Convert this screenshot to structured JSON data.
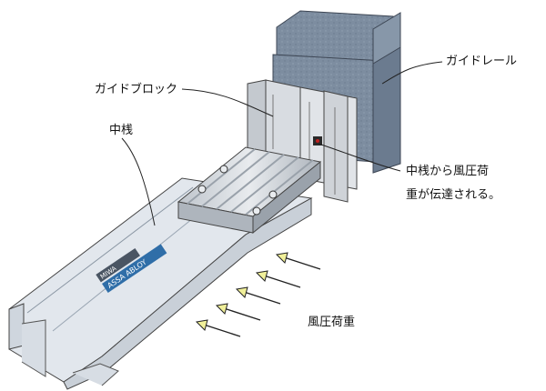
{
  "labels": {
    "guide_rail": "ガイドレール",
    "guide_block": "ガイドブロック",
    "mullion": "中桟",
    "load_transfer_line1": "中桟から風圧荷",
    "load_transfer_line2": "重が伝達される。",
    "wind_load": "風圧荷重"
  },
  "logo_text": {
    "top": "MIWA",
    "bottom": "ASSA ABLOY"
  },
  "colors": {
    "rail": "#7d8da0",
    "mullion": "#e4e9ef",
    "block": "#c7ccd2",
    "guide_block": "#d7dbe1",
    "arrow_fill": "#f1f09a",
    "line": "#222222"
  }
}
